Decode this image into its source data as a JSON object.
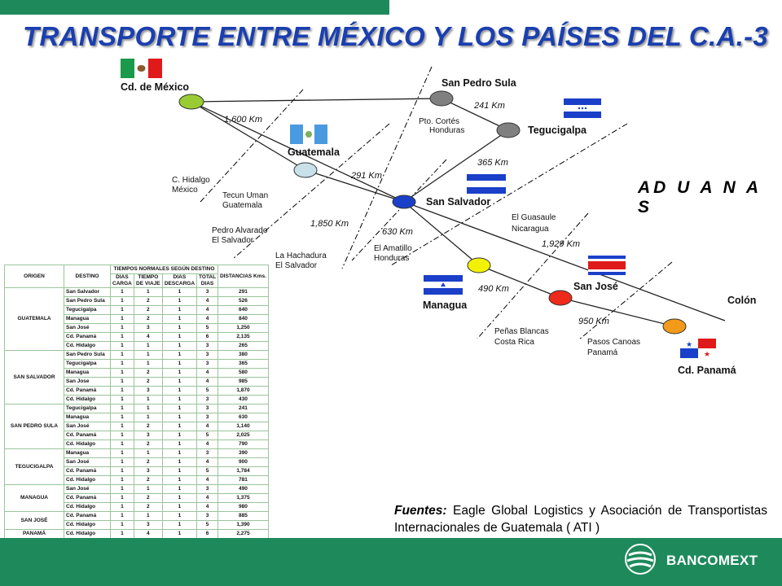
{
  "title": "TRANSPORTE ENTRE MÉXICO Y LOS PAÍSES DEL C.A.-3",
  "aduanas": "AD U A N A S",
  "cities": {
    "mexico": "Cd. de México",
    "guatemala": "Guatemala",
    "san_pedro_sula": "San Pedro Sula",
    "tegucigalpa": "Tegucigalpa",
    "san_salvador": "San Salvador",
    "managua": "Managua",
    "san_jose": "San José",
    "colon": "Colón",
    "panama": "Cd. Panamá"
  },
  "distances": {
    "mex_sps": "1,600 Km",
    "sps_teg": "241 Km",
    "gua_ss": "291 Km",
    "ss_teg": "365 Km",
    "mex_ss": "1,850 Km",
    "ss_man": "630 Km",
    "ss_colon": "1,929 Km",
    "man_sj": "490 Km",
    "sj_pan": "950 Km"
  },
  "customs": {
    "cortes": [
      "Pto. Cortés",
      "Honduras"
    ],
    "hidalgo": [
      "C. Hidalgo",
      "México"
    ],
    "tecun": [
      "Tecun Uman",
      "Guatemala"
    ],
    "alvarado": [
      "Pedro Alvarado",
      "El Salvador"
    ],
    "hachadura": [
      "La Hachadura",
      "El Salvador"
    ],
    "amatillo": [
      "El Amatillo",
      "Honduras"
    ],
    "guasaule": [
      "El Guasaule",
      "Nicaragua"
    ],
    "penas": [
      "Peñas Blancas",
      "Costa Rica"
    ],
    "canoas": [
      "Pasos Canoas",
      "Panamá"
    ]
  },
  "table": {
    "headers": {
      "origen": "ORIGEN",
      "destino": "DESTINO",
      "group": "TIEMPOS NORMALES SEGÚN DESTINO",
      "dias_carga": "DIAS CARGA",
      "tiempo_viaje": "TIEMPO DE VIAJE",
      "dias_descarga": "DIAS DESCARGA",
      "total_dias": "TOTAL DIAS",
      "distancias": "DISTANCIAS Kms."
    },
    "groups": [
      {
        "origin": "GUATEMALA",
        "rows": [
          [
            "San Salvador",
            "1",
            "1",
            "1",
            "3",
            "291"
          ],
          [
            "San Pedro Sula",
            "1",
            "2",
            "1",
            "4",
            "526"
          ],
          [
            "Tegucigalpa",
            "1",
            "2",
            "1",
            "4",
            "640"
          ],
          [
            "Managua",
            "1",
            "2",
            "1",
            "4",
            "840"
          ],
          [
            "San José",
            "1",
            "3",
            "1",
            "5",
            "1,250"
          ],
          [
            "Cd. Panamá",
            "1",
            "4",
            "1",
            "6",
            "2,135"
          ],
          [
            "Cd. Hidalgo",
            "1",
            "1",
            "1",
            "3",
            "265"
          ]
        ]
      },
      {
        "origin": "SAN SALVADOR",
        "rows": [
          [
            "San Pedro Sula",
            "1",
            "1",
            "1",
            "3",
            "380"
          ],
          [
            "Tegucigalpa",
            "1",
            "1",
            "1",
            "3",
            "365"
          ],
          [
            "Managua",
            "1",
            "2",
            "1",
            "4",
            "580"
          ],
          [
            "San Jose",
            "1",
            "2",
            "1",
            "4",
            "985"
          ],
          [
            "Cd. Panamá",
            "1",
            "3",
            "1",
            "5",
            "1,870"
          ],
          [
            "Cd. Hidalgo",
            "1",
            "1",
            "1",
            "3",
            "430"
          ]
        ]
      },
      {
        "origin": "SAN PEDRO SULA",
        "rows": [
          [
            "Tegucigalpa",
            "1",
            "1",
            "1",
            "3",
            "241"
          ],
          [
            "Managua",
            "1",
            "1",
            "1",
            "3",
            "630"
          ],
          [
            "San José",
            "1",
            "2",
            "1",
            "4",
            "1,140"
          ],
          [
            "Cd. Panamá",
            "1",
            "3",
            "1",
            "5",
            "2,025"
          ],
          [
            "Cd. Hidalgo",
            "1",
            "2",
            "1",
            "4",
            "790"
          ]
        ]
      },
      {
        "origin": "TEGUCIGALPA",
        "rows": [
          [
            "Managua",
            "1",
            "1",
            "1",
            "3",
            "390"
          ],
          [
            "San José",
            "1",
            "2",
            "1",
            "4",
            "900"
          ],
          [
            "Cd. Panamá",
            "1",
            "3",
            "1",
            "5",
            "1,784"
          ],
          [
            "Cd. Hidalgo",
            "1",
            "2",
            "1",
            "4",
            "781"
          ]
        ]
      },
      {
        "origin": "MANAGUA",
        "rows": [
          [
            "San José",
            "1",
            "1",
            "1",
            "3",
            "490"
          ],
          [
            "Cd. Panamá",
            "1",
            "2",
            "1",
            "4",
            "1,375"
          ],
          [
            "Cd. Hidalgo",
            "1",
            "2",
            "1",
            "4",
            "980"
          ]
        ]
      },
      {
        "origin": "SAN JOSÉ",
        "rows": [
          [
            "Cd. Panamá",
            "1",
            "1",
            "1",
            "3",
            "885"
          ],
          [
            "Cd. Hidalgo",
            "1",
            "3",
            "1",
            "5",
            "1,390"
          ]
        ]
      },
      {
        "origin": "PANAMÁ",
        "rows": [
          [
            "Cd. Hidalgo",
            "1",
            "4",
            "1",
            "6",
            "2,275"
          ]
        ]
      }
    ]
  },
  "sources": {
    "label": "Fuentes:",
    "text": " Eagle Global Logistics y Asociación de Transportistas Internacionales de Guatemala ( ATI )"
  },
  "brand": "BANCOMEXT",
  "colors": {
    "green_bar": "#1e8a5c",
    "title_blue": "#1a3fb0",
    "mexico_node": "#99cc33",
    "guatemala_node": "#c8e0ea",
    "honduras_node": "#808080",
    "salvador_node": "#1a3fc8",
    "managua_node": "#f2f200",
    "sanjose_node": "#ee2a1a",
    "panama_node": "#f29a1a"
  }
}
